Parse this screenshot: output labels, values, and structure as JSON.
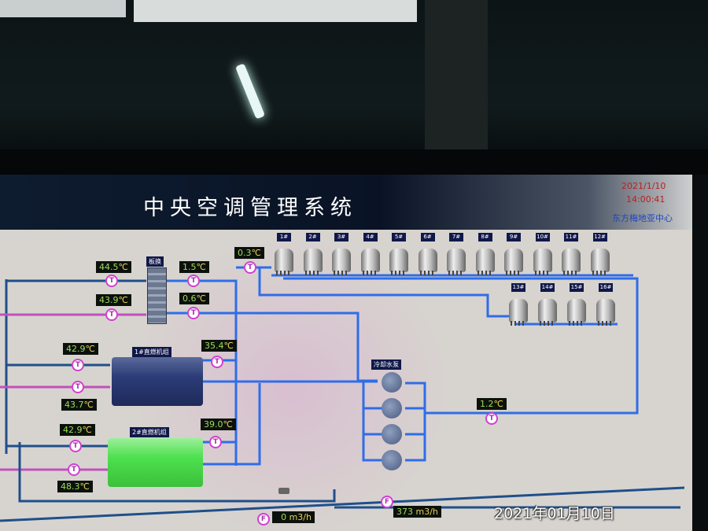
{
  "header": {
    "title": "中央空调管理系统",
    "date": "2021/1/10",
    "time": "14:00:41",
    "organization": "东方梅地亚中心"
  },
  "heat_exchanger": {
    "label": "板换",
    "in_top": "44.5",
    "in_bottom": "43.9",
    "out_top": "1.5",
    "out_bottom": "0.6"
  },
  "tower_supply_temp": "0.3",
  "towers_row1": [
    "1#",
    "2#",
    "3#",
    "4#",
    "5#",
    "6#",
    "7#",
    "8#",
    "9#",
    "10#",
    "11#",
    "12#"
  ],
  "towers_row2": [
    "13#",
    "14#",
    "15#",
    "16#"
  ],
  "chiller1": {
    "label": "1#直燃机组",
    "in_temp": "42.9",
    "out_temp": "43.7",
    "cond_temp": "35.4"
  },
  "chiller2": {
    "label": "2#直燃机组",
    "in_temp": "42.9",
    "out_temp": "48.3",
    "cond_temp": "39.0"
  },
  "pumps": {
    "label": "冷却水泵",
    "return_temp": "1.2"
  },
  "unit_c": "℃",
  "tag_t": "T",
  "tag_f": "F",
  "flow1": {
    "value": "0",
    "unit": "m3/h"
  },
  "flow2": {
    "value": "373",
    "unit": "m3/h"
  },
  "photo_timestamp": "2021年01月10日",
  "colors": {
    "pipe_blue": "#2f6de8",
    "pipe_dark": "#1f4f8a",
    "pipe_magenta": "#c050c0",
    "chiller1": "#2c3c78",
    "chiller2": "#4de04d"
  }
}
